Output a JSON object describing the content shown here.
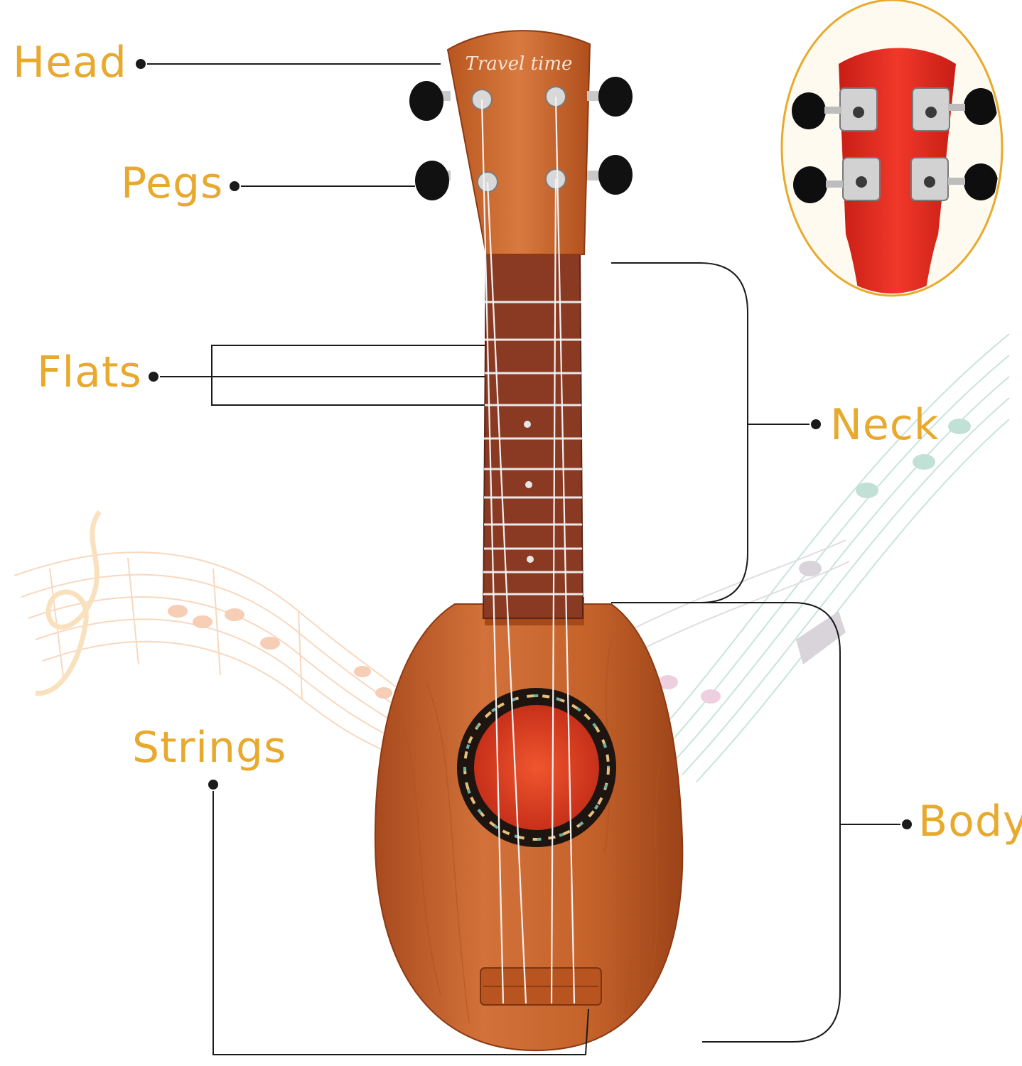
{
  "labels": {
    "head": "Head",
    "pegs": "Pegs",
    "flats": "Flats",
    "neck": "Neck",
    "strings": "Strings",
    "body": "Body"
  },
  "brand_text": "Travel time",
  "colors": {
    "label_text": "#e8aa2e",
    "leader_line": "#1a1a1a",
    "wood": "#c8652b",
    "fretboard": "#8a3a22",
    "inset_body": "#e0261e",
    "inset_border": "#e8aa2e"
  },
  "icons": [
    "treble-clef-icon",
    "music-notes-icon",
    "tuning-peg-icon"
  ]
}
